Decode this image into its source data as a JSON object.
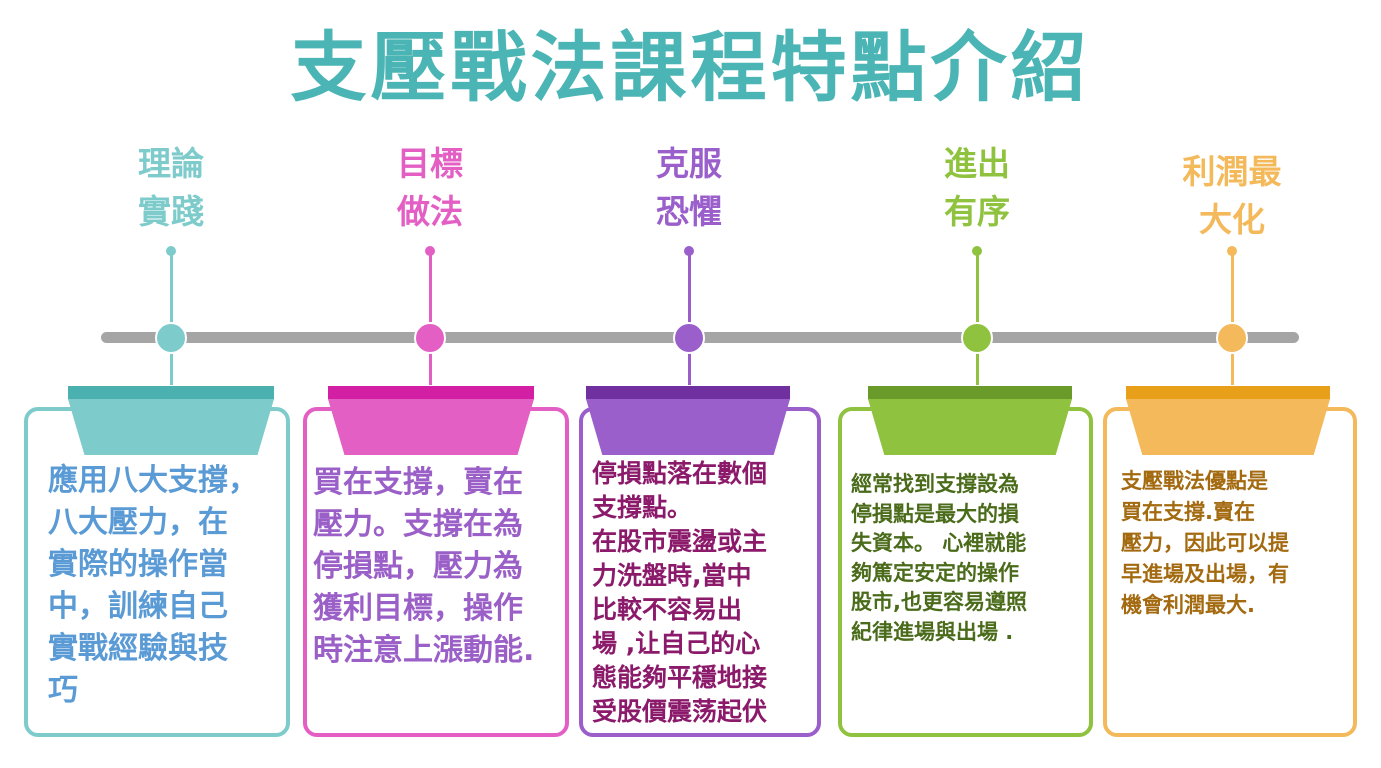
{
  "title": "支壓戰法課程特點介紹",
  "steps": [
    {
      "heading": "理論\n實踐",
      "body": "應用八大支撐，\n八大壓力，在\n實際的操作當\n中，訓練自己\n實戰經驗與技\n巧",
      "color": "#7ecbcb",
      "dark": "#4bb0b0",
      "text_color": "#5b9bd5"
    },
    {
      "heading": "目標\n做法",
      "body": "買在支撐，賣在\n壓力。支撐在為\n停損點，壓力為\n獲利目標，操作\n時注意上漲動能.",
      "color": "#e35fc4",
      "dark": "#d31fa4",
      "text_color": "#9b5fc8"
    },
    {
      "heading": "克服\n恐懼",
      "body": "停損點落在數個\n支撐點。\n在股市震盪或主\n力洗盤時,當中\n比較不容易出\n場 ,让自己的心\n態能夠平穩地接\n受股價震荡起伏",
      "color": "#9a5fcb",
      "dark": "#7030a0",
      "text_color": "#8b1a6b"
    },
    {
      "heading": "進出\n有序",
      "body": "經常找到支撐設為\n停損點是最大的損\n失資本。 心裡就能\n夠篤定安定的操作\n股市,也更容易遵照\n紀律進場與出場 .",
      "color": "#8fc33f",
      "dark": "#6a9a2a",
      "text_color": "#4a6b1a"
    },
    {
      "heading": "利潤最\n大化",
      "body": "支壓戰法優點是\n買在支撐.賣在\n壓力，因此可以提\n早進場及出場，有\n機會利潤最大.",
      "color": "#f3b95a",
      "dark": "#e8a01a",
      "text_color": "#a36a10"
    }
  ]
}
